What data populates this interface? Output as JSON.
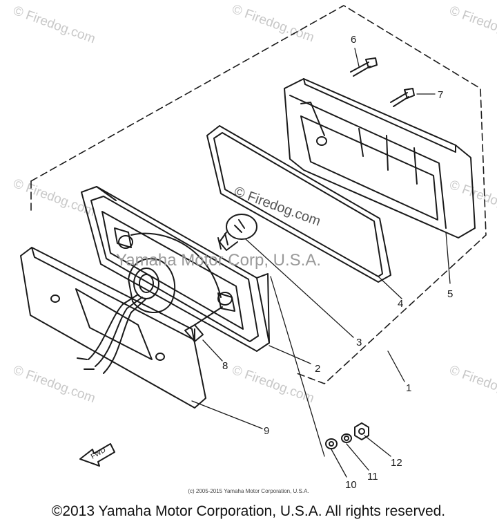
{
  "watermark_text": "Firedog.com",
  "watermark_symbol": "©",
  "center_watermark": "Yamaha Motor Corp, U.S.A.",
  "callouts": {
    "p1": "1",
    "p2": "2",
    "p3": "3",
    "p4": "4",
    "p5": "5",
    "p6": "6",
    "p7": "7",
    "p8": "8",
    "p9": "9",
    "p10": "10",
    "p11": "11",
    "p12": "12"
  },
  "fwd_label": "FWD",
  "small_copyright": "(c) 2005-2015 Yamaha Motor Corporation, U.S.A.",
  "copyright": "©2013 Yamaha Motor Corporation, U.S.A. All rights reserved.",
  "colors": {
    "line": "#1a1a1a",
    "watermark": "#c8c8c8"
  }
}
